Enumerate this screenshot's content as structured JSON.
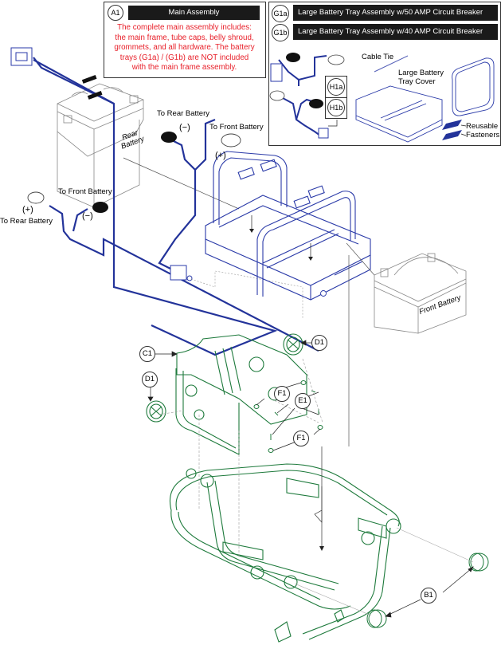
{
  "main_assembly": {
    "callout": "A1",
    "title": "Main Assembly",
    "note_lines": [
      "The complete main assembly includes:",
      "the main frame, tube caps, belly shroud,",
      "grommets, and all hardware. The battery",
      "trays (G1a) / (G1b) are NOT included",
      "with the main frame assembly."
    ]
  },
  "battery_tray_panel": {
    "items": [
      {
        "callout": "G1a",
        "title": "Large Battery Tray Assembly w/50 AMP Circuit Breaker"
      },
      {
        "callout": "G1b",
        "title": "Large Battery Tray Assembly w/40 AMP Circuit Breaker"
      }
    ],
    "harness_callouts": [
      "H1a",
      "H1b"
    ],
    "cable_tie_label": "Cable Tie",
    "tray_cover_label_lines": [
      "Large Battery",
      "Tray Cover"
    ],
    "fasteners_label_lines": [
      "Reusable",
      "Fasteners"
    ]
  },
  "wiring_labels": {
    "upper_to_rear": "To Rear Battery",
    "upper_minus": "(−)",
    "upper_to_front": "To Front Battery",
    "upper_plus": "(+)",
    "lower_to_front": "To Front Battery",
    "lower_minus": "(−)",
    "lower_plus": "(+)",
    "lower_to_rear": "To Rear Battery"
  },
  "batteries": {
    "rear_label_lines": [
      "Rear",
      "Battery"
    ],
    "front_label": "Front Battery"
  },
  "callouts": {
    "c1": "C1",
    "d1_right": "D1",
    "d1_left": "D1",
    "f1_upper": "F1",
    "e1": "E1",
    "f1_lower": "F1",
    "b1": "B1"
  },
  "colors": {
    "wire_blue": "#23339a",
    "tray_blue": "#2a3aa8",
    "frame_green": "#1e7a3c",
    "note_red": "#e8202a",
    "bar_black": "#1a1a1a"
  }
}
